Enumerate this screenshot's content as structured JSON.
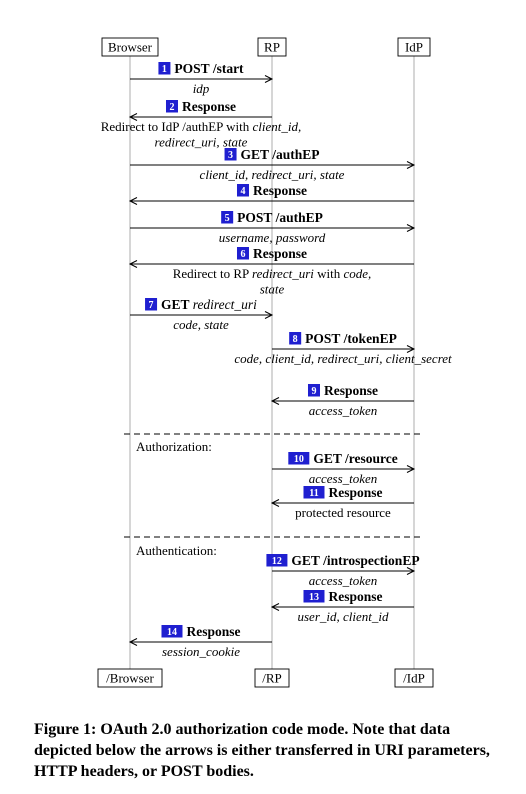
{
  "participants": [
    {
      "top": "Browser",
      "bottom": "/Browser"
    },
    {
      "top": "RP",
      "bottom": "/RP"
    },
    {
      "top": "IdP",
      "bottom": "/IdP"
    }
  ],
  "messages": [
    {
      "num": "1",
      "label": "POST /start",
      "from": 0,
      "to": 1,
      "below": [
        [
          "idp"
        ]
      ]
    },
    {
      "num": "2",
      "label": "Response",
      "from": 1,
      "to": 0,
      "below": [
        [
          "Redirect to IdP /authEP with ",
          "client_id,"
        ],
        [
          "redirect_uri, state"
        ]
      ]
    },
    {
      "num": "3",
      "label": "GET /authEP",
      "from": 0,
      "to": 2,
      "below": [
        [
          "client_id, redirect_uri, state"
        ]
      ]
    },
    {
      "num": "4",
      "label": "Response",
      "from": 2,
      "to": 0,
      "below": []
    },
    {
      "num": "5",
      "label": "POST /authEP",
      "from": 0,
      "to": 2,
      "below": [
        [
          "username, password"
        ]
      ]
    },
    {
      "num": "6",
      "label": "Response",
      "from": 2,
      "to": 0,
      "below": [
        [
          "Redirect to RP ",
          "redirect_uri",
          " with ",
          "code,"
        ],
        [
          "state"
        ]
      ]
    },
    {
      "num": "7",
      "label": "GET redirect_uri",
      "from": 0,
      "to": 1,
      "below": [
        [
          "code, state"
        ]
      ]
    },
    {
      "num": "8",
      "label": "POST /tokenEP",
      "from": 1,
      "to": 2,
      "below": [
        [
          "code, client_id, redirect_uri, client_secret"
        ]
      ]
    },
    {
      "num": "9",
      "label": "Response",
      "from": 2,
      "to": 1,
      "below": [
        [
          "access_token"
        ]
      ]
    },
    {
      "num": "10",
      "label": "GET /resource",
      "from": 1,
      "to": 2,
      "below": [
        [
          "access_token"
        ]
      ]
    },
    {
      "num": "11",
      "label": "Response",
      "from": 2,
      "to": 1,
      "below": [
        [
          "protected resource"
        ]
      ]
    },
    {
      "num": "12",
      "label": "GET /introspectionEP",
      "from": 1,
      "to": 2,
      "below": [
        [
          "access_token"
        ]
      ]
    },
    {
      "num": "13",
      "label": "Response",
      "from": 2,
      "to": 1,
      "below": [
        [
          "user_id, client_id"
        ]
      ]
    },
    {
      "num": "14",
      "label": "Response",
      "from": 1,
      "to": 0,
      "below": [
        [
          "session_cookie"
        ]
      ]
    }
  ],
  "sections": [
    {
      "label": "Authorization:"
    },
    {
      "label": "Authentication:"
    }
  ],
  "caption": "Figure 1: OAuth 2.0 authorization code mode. Note that data depicted below the arrows is either transferred in URI parameters, HTTP headers, or POST bodies.",
  "colors": {
    "badge": "#1f1fd0",
    "badge_text": "#ffffff",
    "line": "#000000"
  }
}
